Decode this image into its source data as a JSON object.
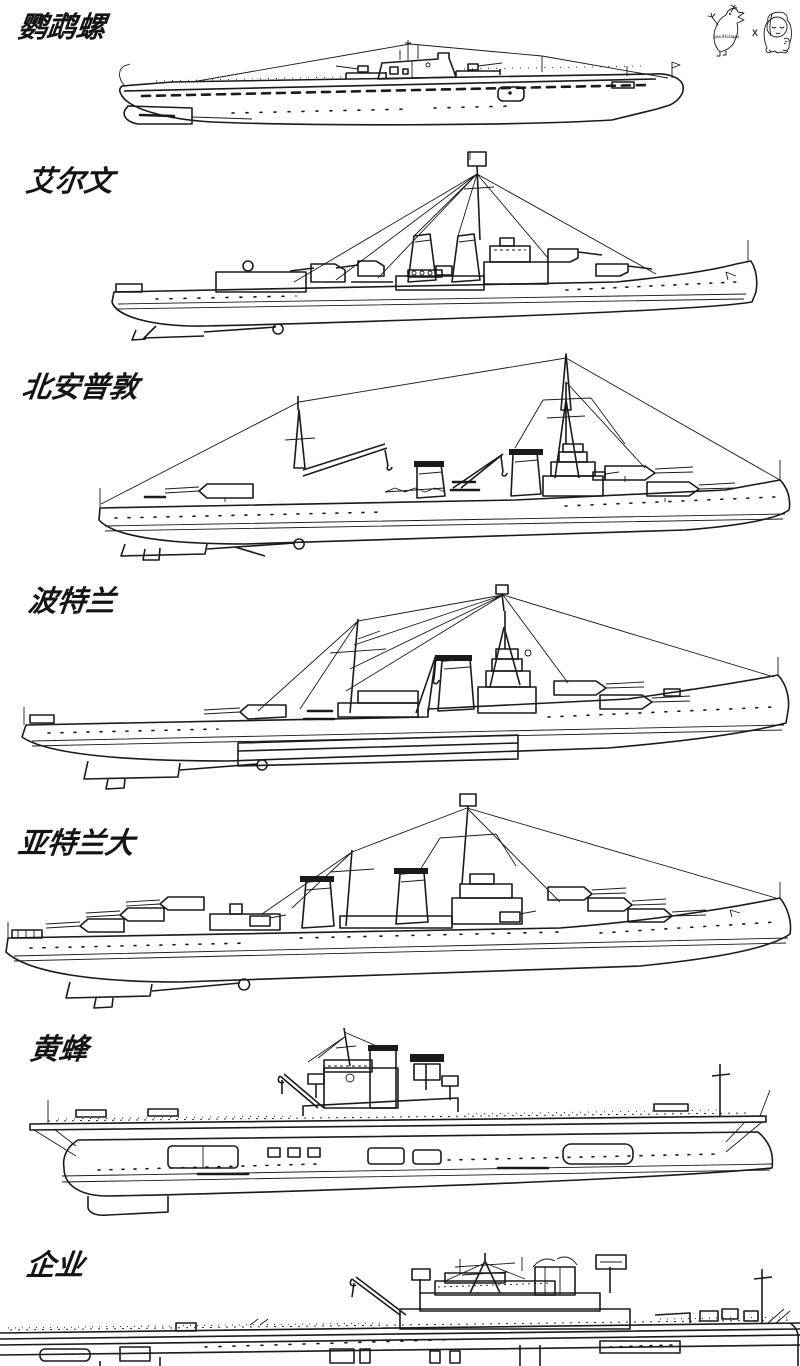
{
  "canvas": {
    "background": "#ffffff",
    "ink": "#1a1a1a"
  },
  "logo": {
    "mascot_left": "dinosaur-doodle",
    "mascot_text": "pacificiapa",
    "separator": "X",
    "mascot_right": "girl-doodle"
  },
  "ships": [
    {
      "id": "nautilus",
      "label": "鹦鹉螺"
    },
    {
      "id": "aylwin",
      "label": "艾尔文"
    },
    {
      "id": "northampton",
      "label": "北安普敦"
    },
    {
      "id": "portland",
      "label": "波特兰"
    },
    {
      "id": "atlanta",
      "label": "亚特兰大"
    },
    {
      "id": "wasp",
      "label": "黄蜂"
    },
    {
      "id": "enterprise",
      "label": "企业"
    }
  ]
}
